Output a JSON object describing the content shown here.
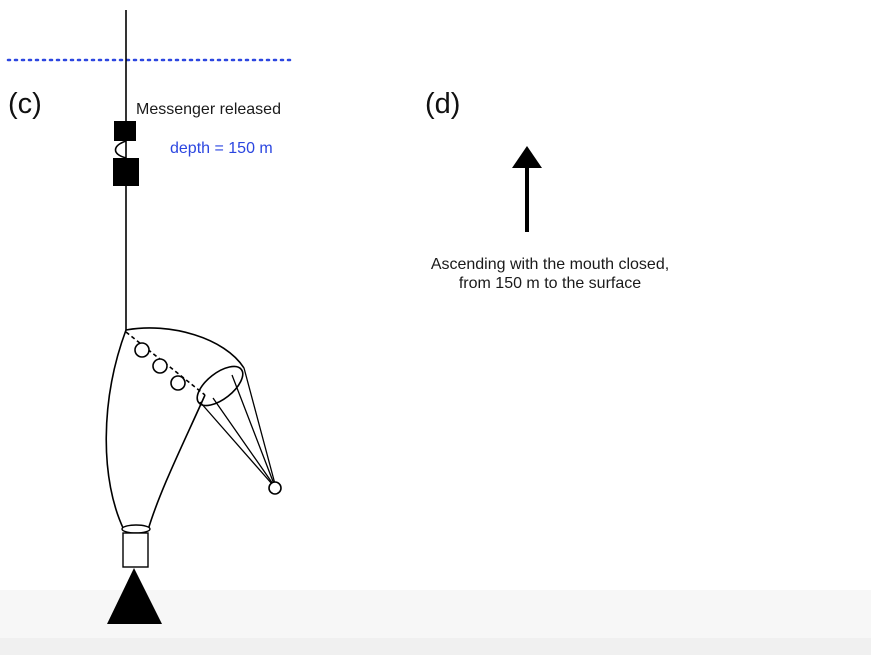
{
  "panel_c": {
    "label": "(c)",
    "messenger_note": "Messenger released",
    "depth_note": "depth = 150 m"
  },
  "panel_d": {
    "label": "(d)",
    "ascend_note_line1": "Ascending with the mouth closed,",
    "ascend_note_line2": "from 150 m to the surface"
  },
  "colors": {
    "surface_line": "#2b46e0",
    "depth_text": "#2b46e0",
    "ink": "#000000"
  },
  "icons": [
    "up-arrow-icon",
    "weight-triangle-icon",
    "messenger-weight-icon"
  ]
}
